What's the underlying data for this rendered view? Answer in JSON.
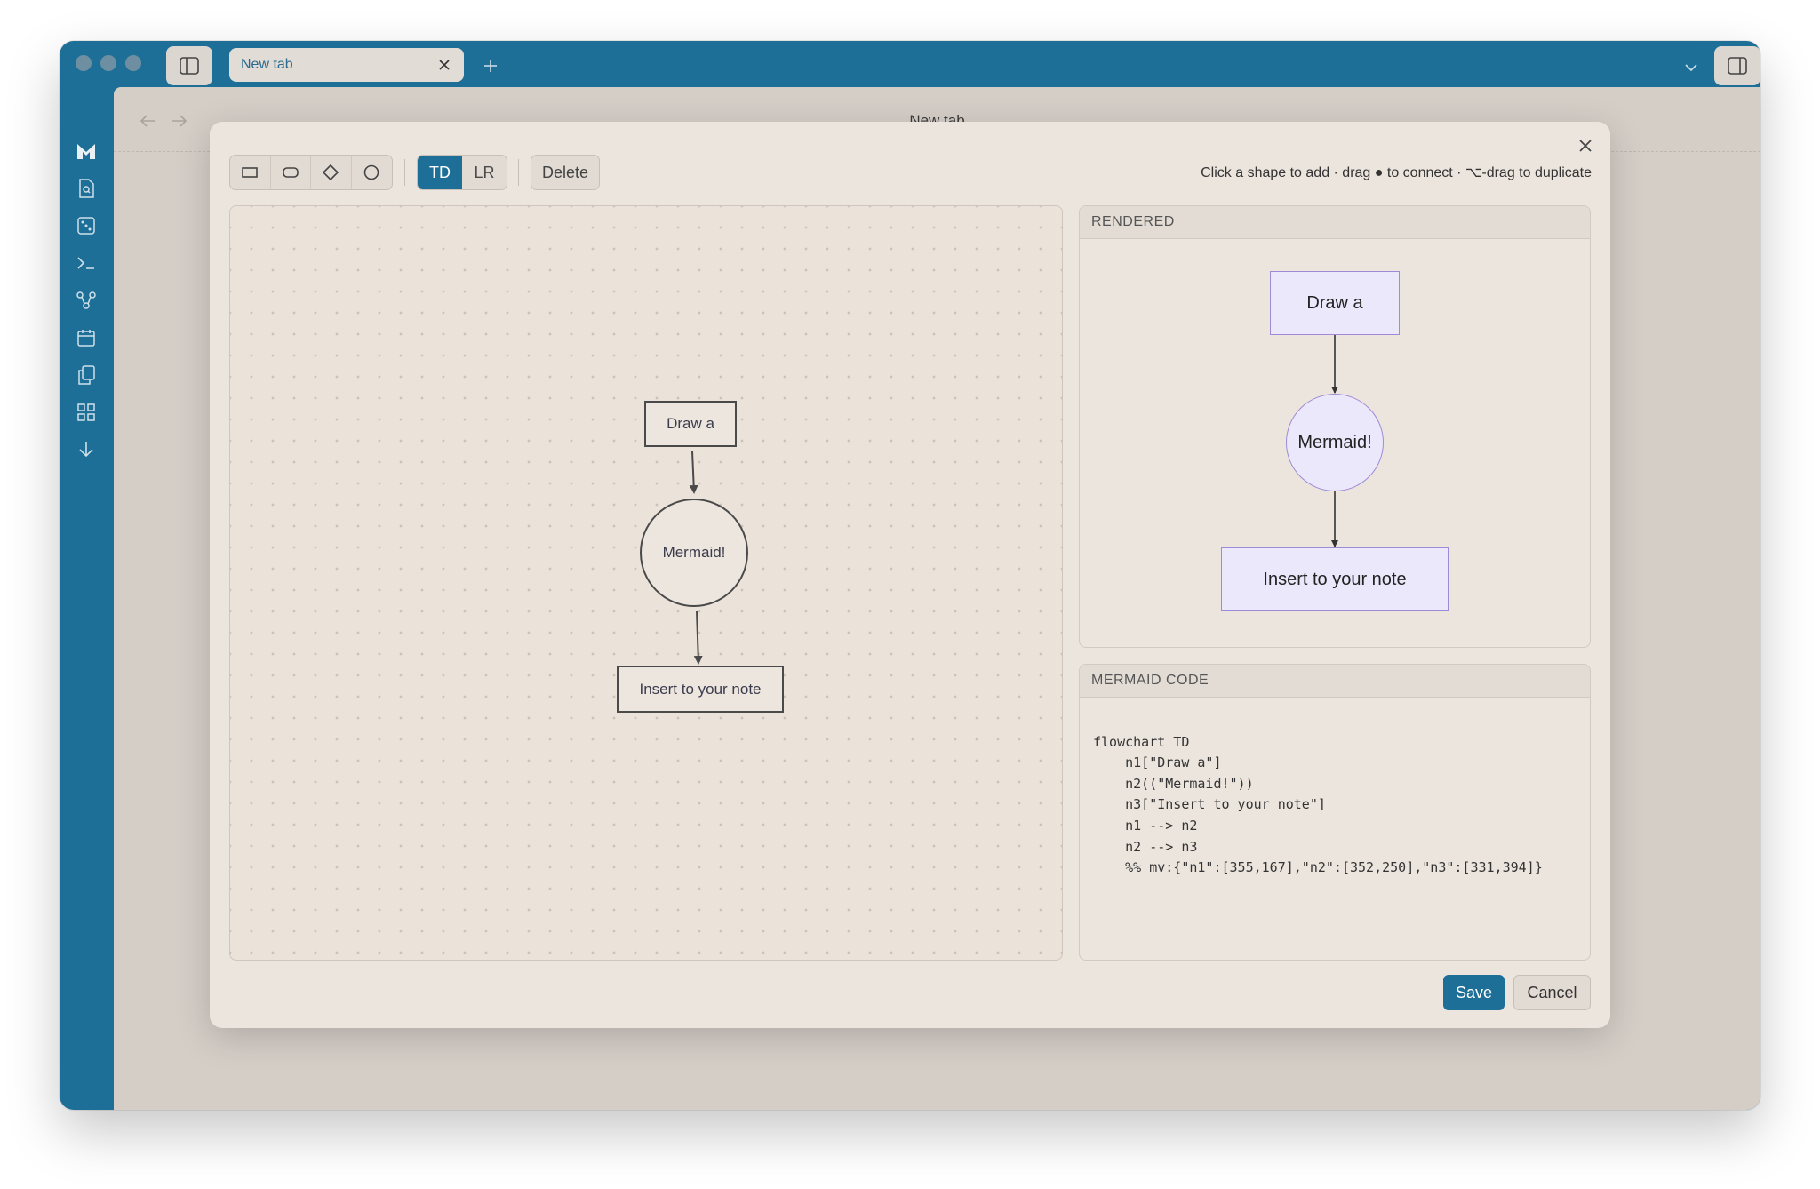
{
  "window": {
    "tab_label": "New tab",
    "page_title": "New tab"
  },
  "ribbon": {
    "icons": [
      "logo-icon",
      "file-search-icon",
      "dice-icon",
      "terminal-icon",
      "graph-icon",
      "calendar-icon",
      "copy-icon",
      "grid-icon",
      "download-icon"
    ]
  },
  "toolbar": {
    "shapes": [
      "rectangle-shape-icon",
      "rounded-rectangle-shape-icon",
      "diamond-shape-icon",
      "circle-shape-icon"
    ],
    "direction_td": "TD",
    "direction_lr": "LR",
    "active_direction": "TD",
    "delete_label": "Delete",
    "hint": "Click a shape to add · drag ● to connect · ⌥-drag to duplicate"
  },
  "canvas": {
    "nodes": [
      {
        "id": "n1",
        "label": "Draw a",
        "shape": "rect"
      },
      {
        "id": "n2",
        "label": "Mermaid!",
        "shape": "circle"
      },
      {
        "id": "n3",
        "label": "Insert to your note",
        "shape": "rect"
      }
    ],
    "edges": [
      [
        "n1",
        "n2"
      ],
      [
        "n2",
        "n3"
      ]
    ]
  },
  "rendered": {
    "header": "RENDERED",
    "n1": "Draw a",
    "n2": "Mermaid!",
    "n3": "Insert to your note"
  },
  "code": {
    "header": "MERMAID CODE",
    "lines": [
      "flowchart TD",
      "    n1[\"Draw a\"]",
      "    n2((\"Mermaid!\"))",
      "    n3[\"Insert to your note\"]",
      "    n1 --> n2",
      "    n2 --> n3",
      "    %% mv:{\"n1\":[355,167],\"n2\":[352,250],\"n3\":[331,394]}"
    ]
  },
  "footer": {
    "save_label": "Save",
    "cancel_label": "Cancel"
  },
  "colors": {
    "accent": "#1e6f97",
    "rendered_node_fill": "#ece8fb",
    "rendered_node_stroke": "#9e8ad6"
  }
}
